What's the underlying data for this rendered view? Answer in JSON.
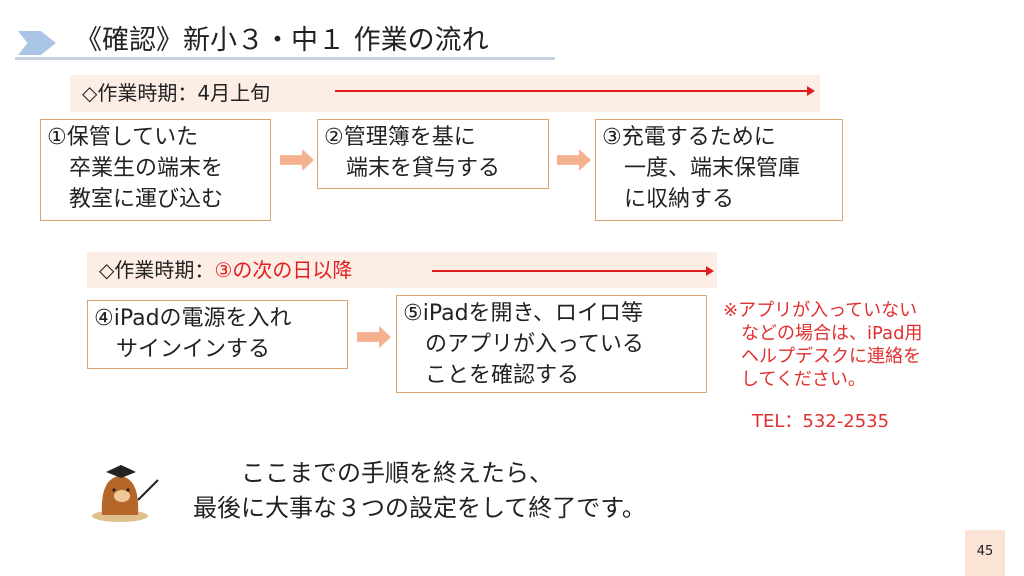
{
  "title": "《確認》新小３・中１ 作業の流れ",
  "phase1": {
    "label": "◇作業時期：4月上旬"
  },
  "steps1": [
    "①保管していた\n　卒業生の端末を\n　教室に運び込む",
    "②管理簿を基に\n　端末を貸与する",
    "③充電するために\n　一度、端末保管庫\n　に収納する"
  ],
  "phase2": {
    "label": "◇作業時期：",
    "highlight": "③の次の日以降"
  },
  "steps2": [
    "④iPadの電源を入れ\n　サインインする",
    "⑤iPadを開き、ロイロ等\n　のアプリが入っている\n　ことを確認する"
  ],
  "note": "※アプリが入っていない\n　などの場合は、iPad用\n　ヘルプデスクに連絡を\n　してください。",
  "tel": "TEL：532-2535",
  "closing": "　　ここまでの手順を終えたら、\n最後に大事な３つの設定をして終了です。",
  "page_number": "45",
  "colors": {
    "accent_red": "#e02020",
    "band": "#fdeee5",
    "box_border": "#d9a46e"
  }
}
